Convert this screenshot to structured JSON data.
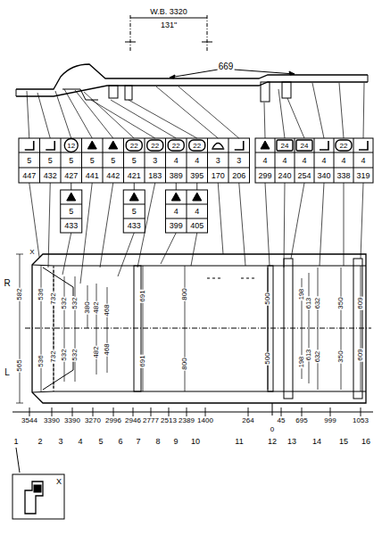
{
  "diagram": {
    "labels": [
      "W.B. 3320",
      "131\"",
      "669",
      "12",
      "22",
      "22",
      "22",
      "22",
      "5",
      "5",
      "5",
      "5",
      "5",
      "5",
      "3",
      "4",
      "4",
      "3",
      "3",
      "447",
      "432",
      "427",
      "441",
      "442",
      "421",
      "183",
      "389",
      "395",
      "170",
      "206",
      "24",
      "24",
      "22",
      "4",
      "4",
      "4",
      "4",
      "4",
      "4",
      "299",
      "240",
      "254",
      "340",
      "338",
      "319",
      "5",
      "433",
      "5",
      "433",
      "4",
      "4",
      "399",
      "405",
      "X",
      "R",
      "L",
      "582",
      "565",
      "536",
      "536",
      "732",
      "732",
      "532",
      "532",
      "532",
      "532",
      "380",
      "482",
      "468",
      "482",
      "468",
      "691",
      "691",
      "800",
      "800",
      "500",
      "500",
      "198",
      "613",
      "632",
      "350",
      "609",
      "198",
      "613",
      "632",
      "350",
      "609",
      "3544",
      "3390",
      "3390",
      "3270",
      "2996",
      "2946",
      "2777",
      "2513",
      "2389",
      "1400",
      "264",
      "45",
      "695",
      "999",
      "1053",
      "0",
      "1",
      "2",
      "3",
      "4",
      "5",
      "6",
      "7",
      "8",
      "9",
      "10",
      "11",
      "12",
      "13",
      "14",
      "15",
      "16",
      "X"
    ]
  }
}
